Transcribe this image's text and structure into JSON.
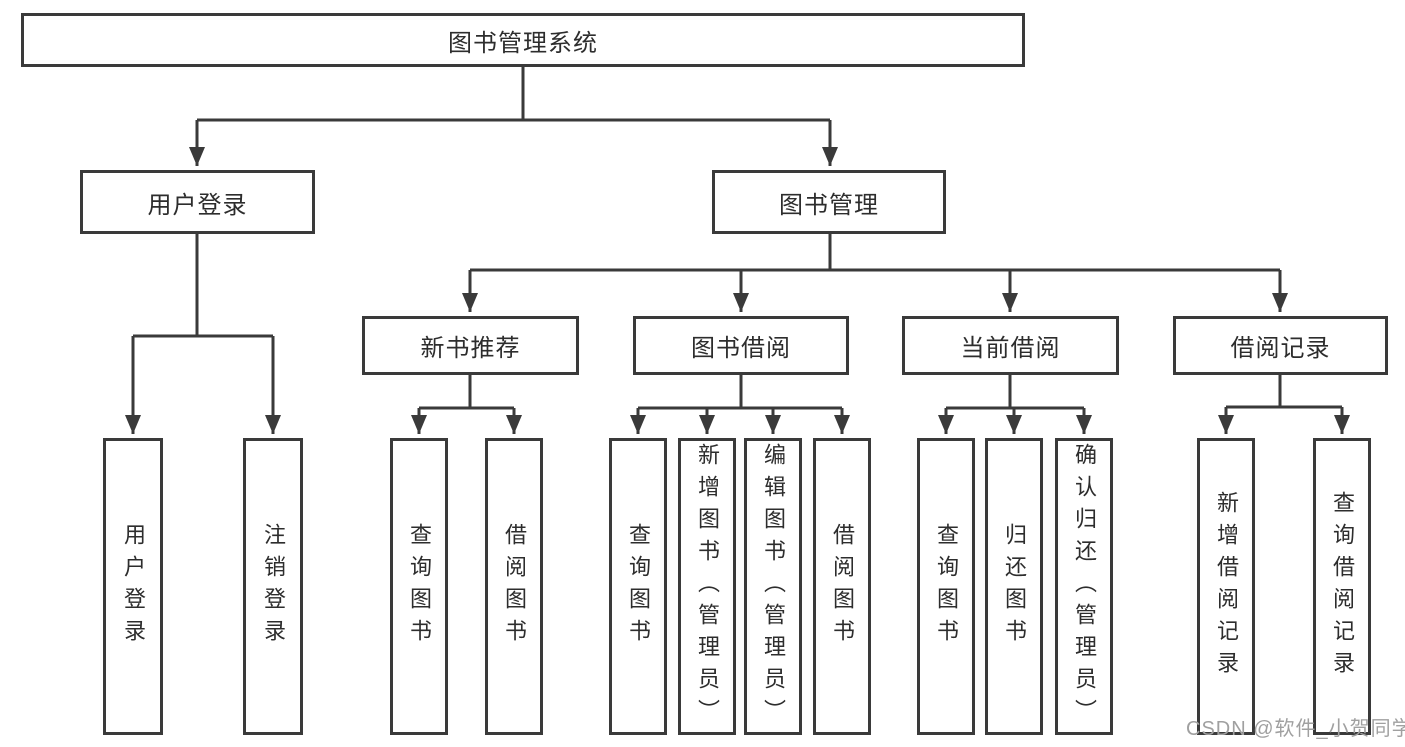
{
  "diagram": {
    "title": "图书管理系统",
    "branches": [
      {
        "label": "用户登录",
        "children": [
          {
            "label": "用户登录"
          },
          {
            "label": "注销登录"
          }
        ]
      },
      {
        "label": "图书管理",
        "children": [
          {
            "label": "新书推荐",
            "children": [
              {
                "label": "查询图书"
              },
              {
                "label": "借阅图书"
              }
            ]
          },
          {
            "label": "图书借阅",
            "children": [
              {
                "label": "查询图书"
              },
              {
                "label": "新增图书（管理员）"
              },
              {
                "label": "编辑图书（管理员）"
              },
              {
                "label": "借阅图书"
              }
            ]
          },
          {
            "label": "当前借阅",
            "children": [
              {
                "label": "查询图书"
              },
              {
                "label": "归还图书"
              },
              {
                "label": "确认归还（管理员）"
              }
            ]
          },
          {
            "label": "借阅记录",
            "children": [
              {
                "label": "新增借阅记录"
              },
              {
                "label": "查询借阅记录"
              }
            ]
          }
        ]
      }
    ]
  },
  "watermark": {
    "text": "CSDN @软件_小贺同学"
  },
  "colors": {
    "line": "#3a3a3a",
    "box_border": "#3a3a3a",
    "text": "#2d2d2d",
    "watermark": "#a0a0a0",
    "background": "#ffffff"
  }
}
